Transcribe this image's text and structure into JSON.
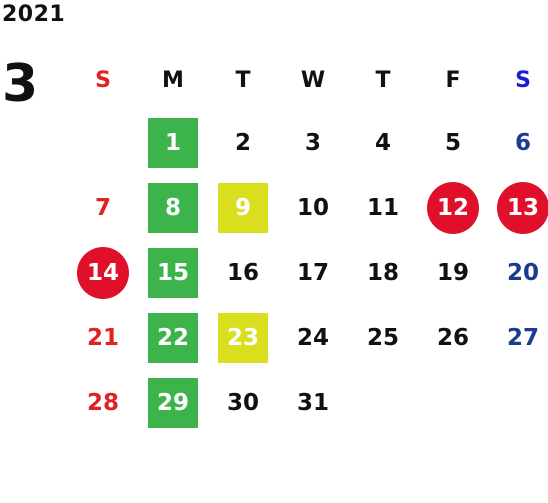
{
  "year": "2021",
  "month": "3",
  "weekdays": [
    "S",
    "M",
    "T",
    "W",
    "T",
    "F",
    "S"
  ],
  "weeks": [
    [
      {
        "d": "",
        "kind": ""
      },
      {
        "d": "1",
        "kind": "green"
      },
      {
        "d": "2",
        "kind": ""
      },
      {
        "d": "3",
        "kind": ""
      },
      {
        "d": "4",
        "kind": ""
      },
      {
        "d": "5",
        "kind": ""
      },
      {
        "d": "6",
        "kind": ""
      }
    ],
    [
      {
        "d": "7",
        "kind": ""
      },
      {
        "d": "8",
        "kind": "green"
      },
      {
        "d": "9",
        "kind": "yellow"
      },
      {
        "d": "10",
        "kind": ""
      },
      {
        "d": "11",
        "kind": ""
      },
      {
        "d": "12",
        "kind": "red"
      },
      {
        "d": "13",
        "kind": "red"
      }
    ],
    [
      {
        "d": "14",
        "kind": "red"
      },
      {
        "d": "15",
        "kind": "green"
      },
      {
        "d": "16",
        "kind": ""
      },
      {
        "d": "17",
        "kind": ""
      },
      {
        "d": "18",
        "kind": ""
      },
      {
        "d": "19",
        "kind": ""
      },
      {
        "d": "20",
        "kind": ""
      }
    ],
    [
      {
        "d": "21",
        "kind": ""
      },
      {
        "d": "22",
        "kind": "green"
      },
      {
        "d": "23",
        "kind": "yellow"
      },
      {
        "d": "24",
        "kind": ""
      },
      {
        "d": "25",
        "kind": ""
      },
      {
        "d": "26",
        "kind": ""
      },
      {
        "d": "27",
        "kind": ""
      }
    ],
    [
      {
        "d": "28",
        "kind": ""
      },
      {
        "d": "29",
        "kind": "green"
      },
      {
        "d": "30",
        "kind": ""
      },
      {
        "d": "31",
        "kind": ""
      },
      {
        "d": "",
        "kind": ""
      },
      {
        "d": "",
        "kind": ""
      },
      {
        "d": "",
        "kind": ""
      }
    ]
  ],
  "colors": {
    "sunday": "#e02222",
    "saturday": "#1a3d8f",
    "green": "#3cb44b",
    "yellow": "#d9de1e",
    "red": "#e0102a"
  }
}
